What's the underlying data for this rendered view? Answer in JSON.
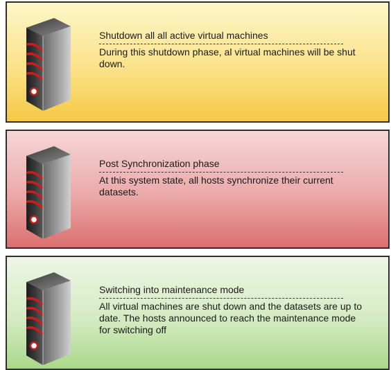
{
  "colors": {
    "border": "#2f2f2f",
    "text": "#1a1a1a",
    "server_body": "#3a3a3a",
    "server_highlight": "#9a9a9a",
    "server_stripes": "#c81e1e"
  },
  "panels": [
    {
      "title": "Shutdown all all active virtual machines",
      "body": "During this shutdown phase, al virtual machines will be shut down.",
      "icon": "server-icon",
      "gradient": [
        "#fdf6c8",
        "#fbe289",
        "#f4c944"
      ]
    },
    {
      "title": "Post Synchronization phase",
      "body": "At this system state, all hosts synchronize their current datasets.",
      "icon": "server-icon",
      "gradient": [
        "#f6d6d6",
        "#eba9a9",
        "#dc6f6f"
      ]
    },
    {
      "title": "Switching into maintenance mode",
      "body": "All virtual machines are shut down and the datasets are up to date. The hosts announced to reach the maintenance mode for switching off",
      "icon": "server-icon",
      "gradient": [
        "#eef6e6",
        "#d5ebc3",
        "#a9d88a"
      ]
    }
  ]
}
